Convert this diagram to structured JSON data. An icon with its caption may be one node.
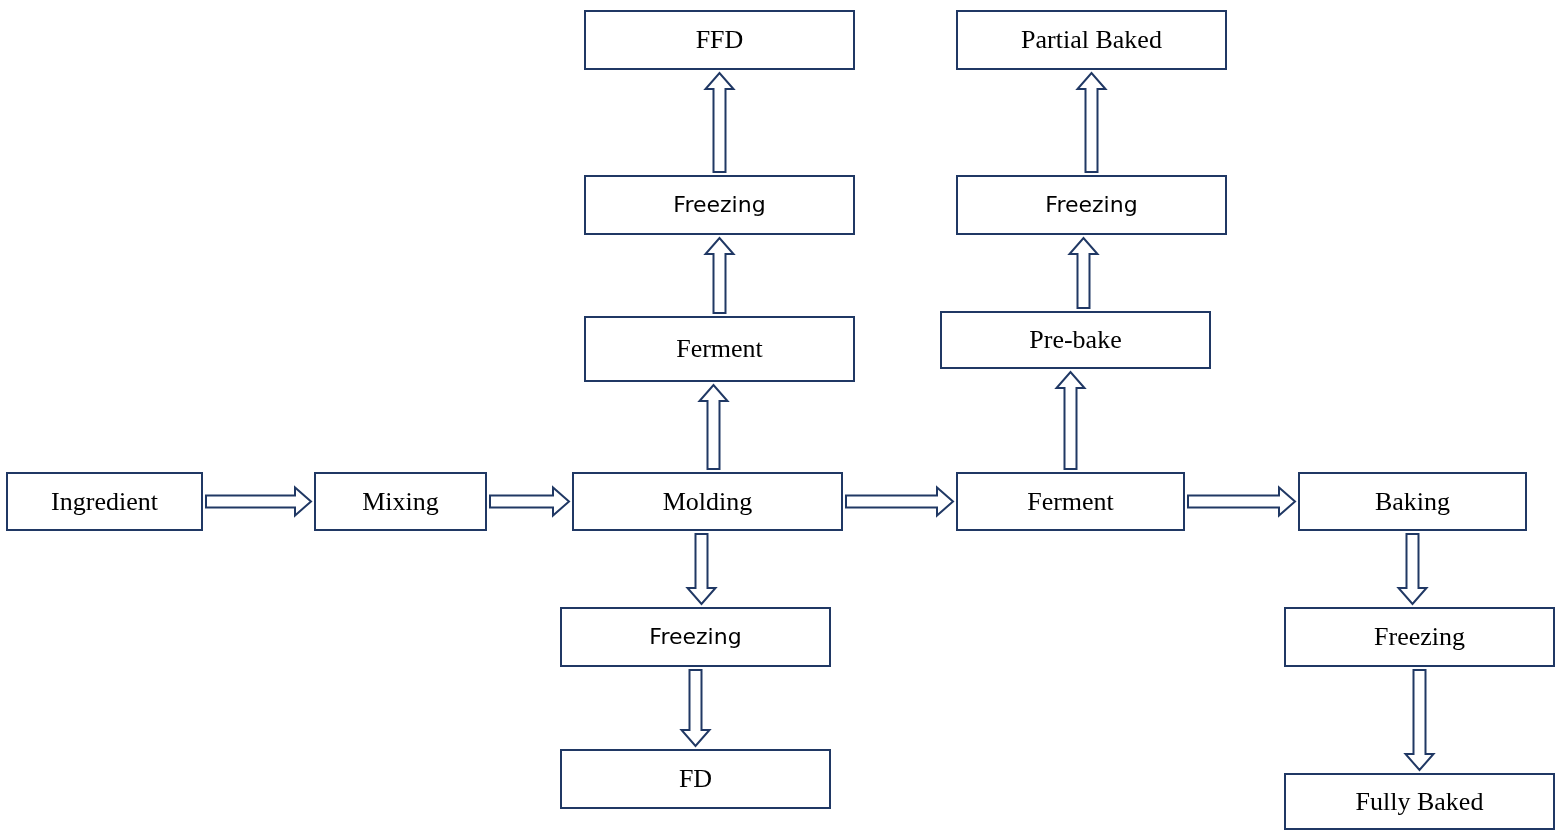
{
  "diagram": {
    "nodes": [
      {
        "text": [
          "FFD"
        ]
      },
      {
        "text": [
          "Partial Baked"
        ]
      },
      {
        "text": [
          "Freezing"
        ]
      },
      {
        "text": [
          "Freezing"
        ]
      },
      {
        "text": [
          "Ferment"
        ]
      },
      {
        "text": [
          "Pre-bake"
        ]
      },
      {
        "text": [
          "Ingredient"
        ]
      },
      {
        "text": [
          "Mixing"
        ]
      },
      {
        "text": [
          "Molding"
        ]
      },
      {
        "text": [
          "Ferment"
        ]
      },
      {
        "text": [
          "Baking"
        ]
      },
      {
        "text": [
          "Freezing"
        ]
      },
      {
        "text": [
          "Freezing"
        ]
      },
      {
        "text": [
          "FD"
        ]
      },
      {
        "text": [
          "Fully Baked"
        ]
      }
    ],
    "edges": [
      {
        "from": 6,
        "to": 7,
        "arrow": "to"
      },
      {
        "from": 7,
        "to": 8,
        "arrow": "to"
      },
      {
        "from": 8,
        "to": 4,
        "arrow": "to"
      },
      {
        "from": 4,
        "to": 2,
        "arrow": "to"
      },
      {
        "from": 2,
        "to": 0,
        "arrow": "to"
      },
      {
        "from": 8,
        "to": 9,
        "arrow": "to"
      },
      {
        "from": 9,
        "to": 5,
        "arrow": "to"
      },
      {
        "from": 5,
        "to": 3,
        "arrow": "to"
      },
      {
        "from": 3,
        "to": 1,
        "arrow": "to"
      },
      {
        "from": 9,
        "to": 10,
        "arrow": "to"
      },
      {
        "from": 8,
        "to": 11,
        "arrow": "to"
      },
      {
        "from": 11,
        "to": 13,
        "arrow": "to"
      },
      {
        "from": 10,
        "to": 12,
        "arrow": "to"
      },
      {
        "from": 12,
        "to": 14,
        "arrow": "to"
      }
    ]
  }
}
